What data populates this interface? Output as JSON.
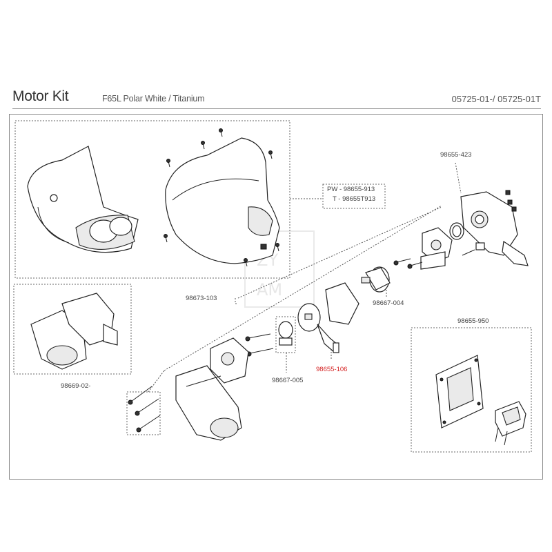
{
  "header": {
    "title": "Motor Kit",
    "subtitle": "F65L  Polar White / Titanium",
    "part_numbers": "05725-01-/ 05725-01T"
  },
  "labels": {
    "cover_pw": "PW - 98655-913",
    "cover_t": "T - 98655T913",
    "plate": "98655-423",
    "motor_assembly": "98669-02-",
    "screw_set": "98673-103",
    "gear_hub": "98667-004",
    "coupler": "98667-005",
    "drive_shaft": "98655-106",
    "switch_kit": "98655-950"
  },
  "highlight_color": "#d42020",
  "watermark": "ZY AM"
}
